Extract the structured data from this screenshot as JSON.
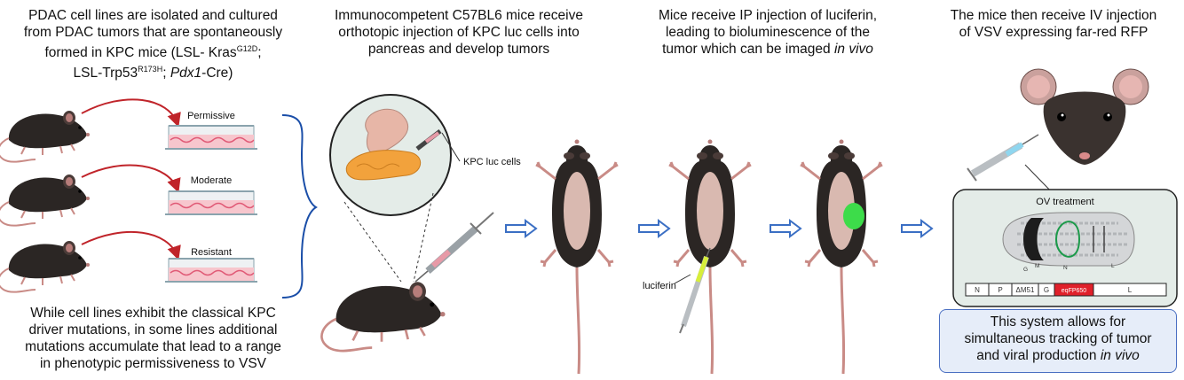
{
  "captions": {
    "col1_top": {
      "line1": "PDAC cell lines are isolated and cultured",
      "line2": "from PDAC tumors that are spontaneously",
      "line3_a": "formed in KPC mice (LSL- Kras",
      "line3_sup": "G12D",
      "line3_b": ";",
      "line4_a": "LSL-Trp53",
      "line4_sup": "R173H",
      "line4_b": "; ",
      "line4_it": "Pdx1",
      "line4_c": "-Cre)"
    },
    "col1_bottom": {
      "line1": "While  cell lines exhibit the classical KPC",
      "line2": "driver mutations, in some lines additional",
      "line3": "mutations accumulate that lead to a range",
      "line4": "in phenotypic permissiveness to VSV"
    },
    "col2_top": {
      "line1": "Immunocompetent C57BL6 mice receive",
      "line2": "orthotopic injection of KPC luc cells into",
      "line3": "pancreas and develop tumors"
    },
    "col3_top": {
      "line1": "Mice receive IP injection of luciferin,",
      "line2": "leading to bioluminescence of the",
      "line3_a": "tumor which can be imaged ",
      "line3_it": "in vivo"
    },
    "col4_top": {
      "line1": "The mice then receive IV injection",
      "line2": "of VSV expressing far-red RFP"
    },
    "result_box": {
      "line1": "This system allows for",
      "line2": "simultaneous tracking of tumor",
      "line3_a": "and viral production ",
      "line3_it": "in vivo"
    }
  },
  "dish_labels": [
    "Permissive",
    "Moderate",
    "Resistant"
  ],
  "injection_label": "KPC luc cells",
  "luciferin_label": "luciferin",
  "ov_panel": {
    "title": "OV treatment",
    "virion_labels": [
      "G",
      "M",
      "N",
      "L"
    ],
    "genome_segments": [
      "N",
      "P",
      "ΔM51",
      "G",
      "eqFP650",
      "L"
    ]
  },
  "colors": {
    "arrow_blue": "#3b6fc4",
    "red_arrow": "#c0242a",
    "tumor_green": "#3ddc4a",
    "reporter_red": "#e0202a",
    "box_border": "#4a6fc2"
  }
}
